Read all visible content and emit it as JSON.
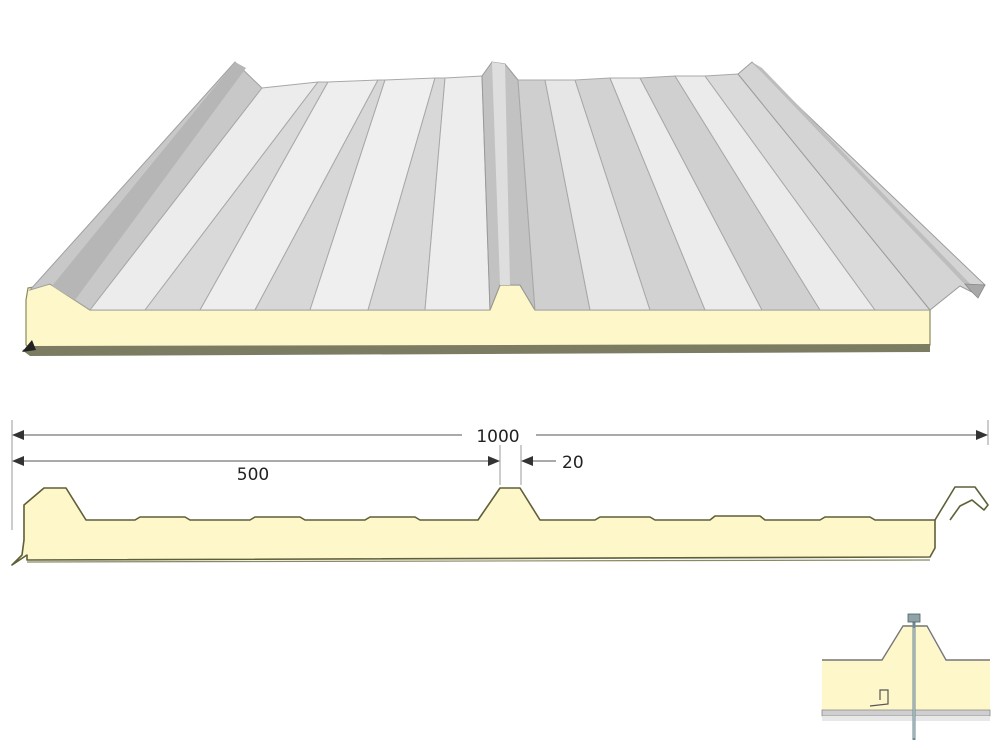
{
  "diagram": {
    "product": "sandwich-roof-panel",
    "colors": {
      "facing_light": "#ececec",
      "facing_mid": "#d8d8d8",
      "facing_dark": "#c4c4c4",
      "facing_edge": "#9a9a9a",
      "core": "#fdf7c9",
      "core_outline": "#6f6f3a",
      "dimension_line": "#555555"
    },
    "dimensions": {
      "overall_width_label": "1000",
      "rib_spacing_label": "500",
      "rib_top_label": "20"
    },
    "icons": [
      "panel-perspective",
      "panel-cross-section",
      "joint-fastener-detail"
    ]
  }
}
